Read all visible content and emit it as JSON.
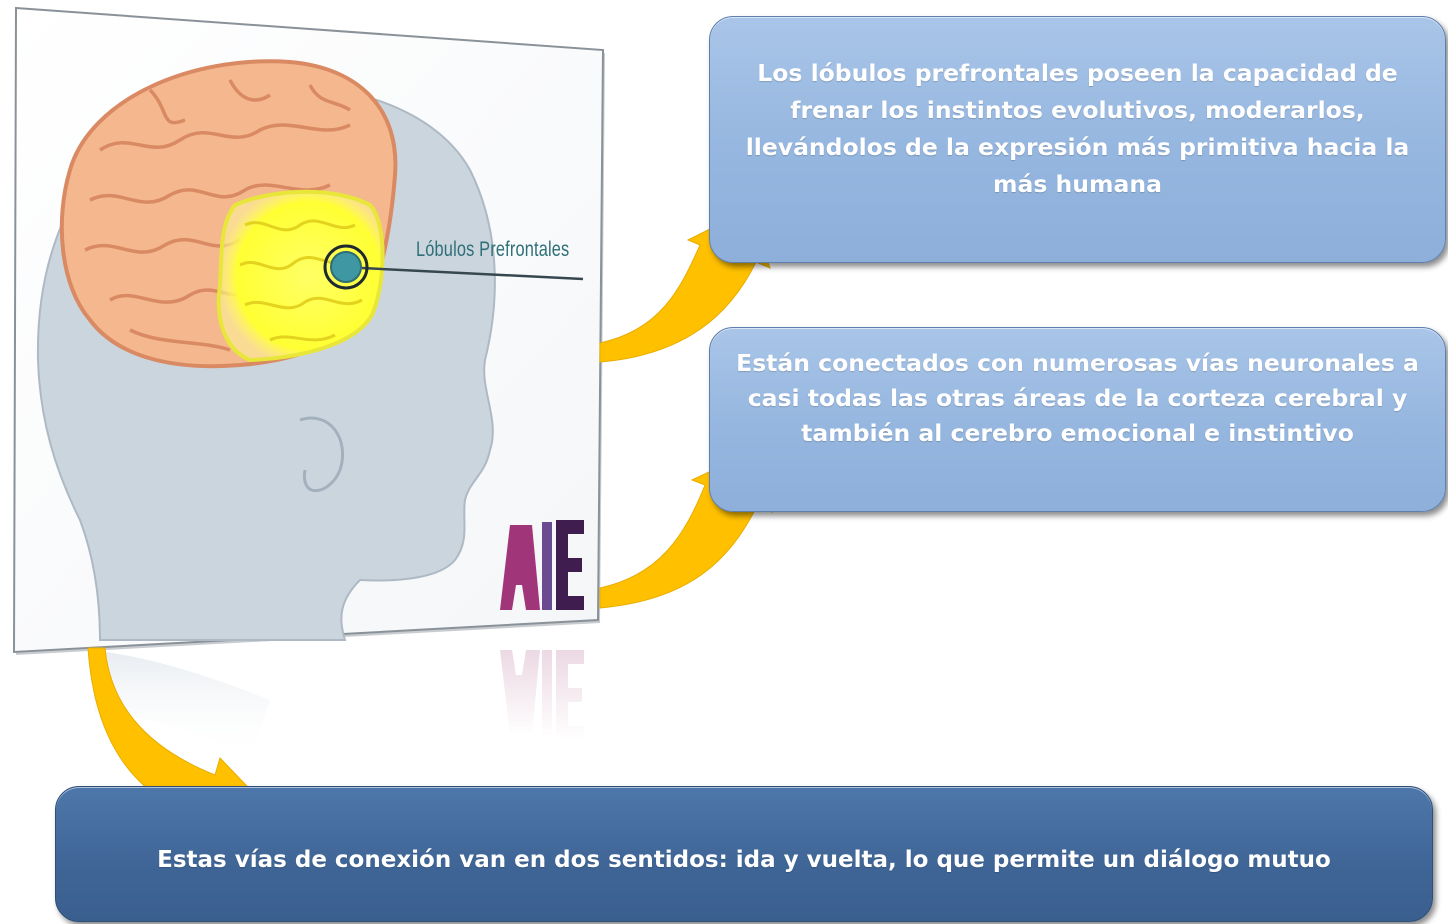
{
  "image": {
    "label": "Lóbulos Prefrontales",
    "logo_text": "AIE"
  },
  "boxes": {
    "prefrontal_capacity": "Los lóbulos prefrontales poseen la capacidad de frenar los instintos evolutivos, moderarlos, llevándolos de la expresión más primitiva hacia la más humana",
    "connections": "Están conectados con numerosas vías neuronales a casi todas las otras áreas de la corteza cerebral y también al cerebro emocional e instintivo",
    "two_way": "Estas vías de conexión van en dos sentidos: ida y vuelta, lo que permite un diálogo mutuo"
  },
  "colors": {
    "light_box": "#9dbce3",
    "dark_box": "#43699b",
    "arrow": "#ffc000",
    "brain": "#f5b78d",
    "prefrontal_highlight": "#ffff33",
    "head": "#c9d3dc",
    "marker": "#3f97a3"
  }
}
